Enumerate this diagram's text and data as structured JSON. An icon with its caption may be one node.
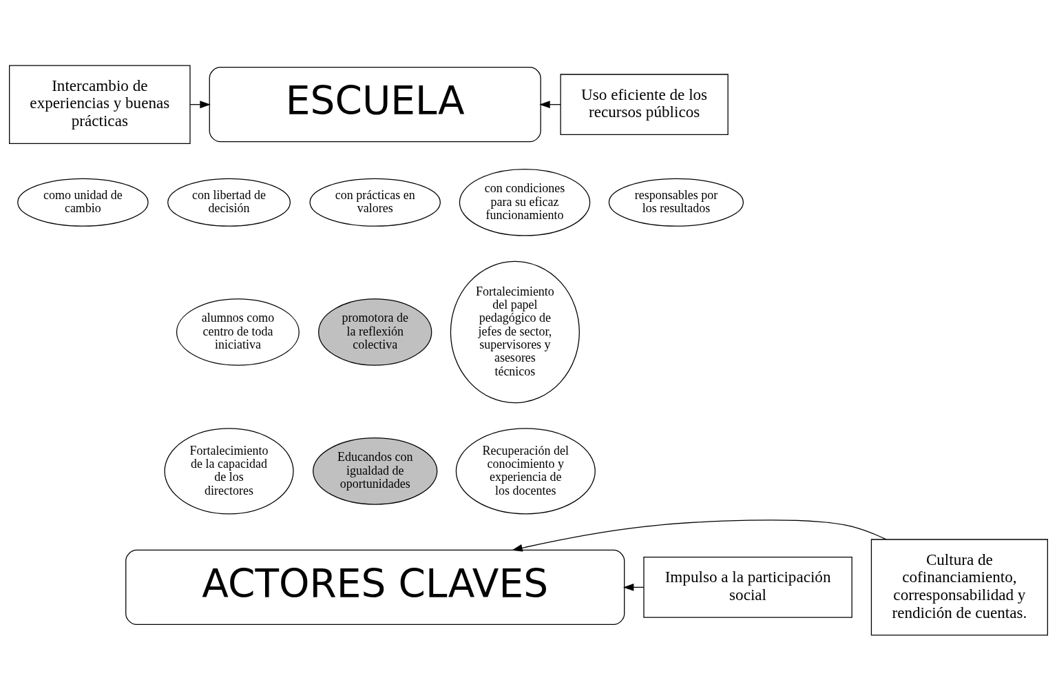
{
  "diagram": {
    "nodes": [
      {
        "text": [
          "Intercambio de experiencias y buenas prácticas"
        ]
      },
      {
        "text": [
          "Uso eficiente de los recursos públicos"
        ]
      },
      {
        "text": [
          "ESCUELA"
        ]
      },
      {
        "text": [
          "como unidad de cambio"
        ]
      },
      {
        "text": [
          "con libertad de decisión"
        ]
      },
      {
        "text": [
          "con prácticas en valores"
        ]
      },
      {
        "text": [
          "con condiciones para su eficaz funcionamiento"
        ]
      },
      {
        "text": [
          "responsables por los resultados"
        ]
      },
      {
        "text": [
          "promotora de la reflexión colectiva"
        ]
      },
      {
        "text": [
          "Educandos con igualdad de oportunidades"
        ]
      },
      {
        "text": [
          "alumnos como centro de toda iniciativa"
        ]
      },
      {
        "text": [
          "Fortalecimiento del papel pedagógico de jefes de sector, supervisores y asesores técnicos"
        ]
      },
      {
        "text": [
          "Fortalecimiento de la capacidad de los directores"
        ]
      },
      {
        "text": [
          "Recuperación del conocimiento y experiencia de los docentes"
        ]
      },
      {
        "text": [
          "ACTORES CLAVES"
        ]
      },
      {
        "text": [
          "Impulso a la participación social"
        ]
      },
      {
        "text": [
          "Cultura de cofinanciamiento, corresponsabilidad y rendición de cuentas."
        ]
      }
    ],
    "edges": [
      {
        "from": 0,
        "to": 2,
        "arrow": "to"
      },
      {
        "from": 1,
        "to": 2,
        "arrow": "to"
      },
      {
        "from": 15,
        "to": 14,
        "arrow": "to"
      },
      {
        "from": 16,
        "to": 14,
        "arrow": "to"
      }
    ]
  }
}
